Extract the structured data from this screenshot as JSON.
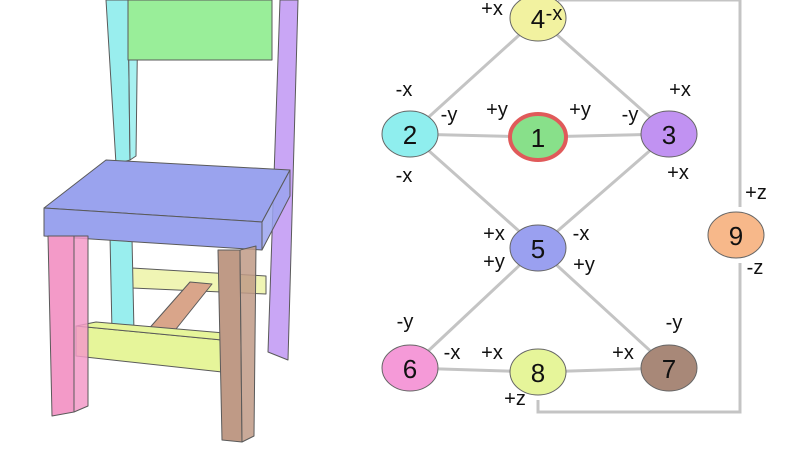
{
  "chair": {
    "parts": [
      {
        "id": "back-top-rail",
        "color": "#99ee99"
      },
      {
        "id": "left-back-post",
        "color": "#99eeee"
      },
      {
        "id": "right-back-post",
        "color": "#c9a6f5"
      },
      {
        "id": "seat",
        "color": "#9aa3ee"
      },
      {
        "id": "front-left-leg",
        "color": "#f39ac8"
      },
      {
        "id": "front-right-leg",
        "color": "#bf9a86"
      },
      {
        "id": "front-rail",
        "color": "#e6f59a"
      },
      {
        "id": "back-rail",
        "color": "#f0f5b4"
      },
      {
        "id": "middle-stretcher",
        "color": "#d9a58a"
      }
    ]
  },
  "graph": {
    "nodes": [
      {
        "id": "1",
        "label": "1",
        "color": "#88e08a",
        "highlight": true
      },
      {
        "id": "2",
        "label": "2",
        "color": "#8feeee"
      },
      {
        "id": "3",
        "label": "3",
        "color": "#c192f2"
      },
      {
        "id": "4",
        "label": "4",
        "color": "#f2f2a0"
      },
      {
        "id": "5",
        "label": "5",
        "color": "#9aa0f0"
      },
      {
        "id": "6",
        "label": "6",
        "color": "#f59ad8"
      },
      {
        "id": "7",
        "label": "7",
        "color": "#a88878"
      },
      {
        "id": "8",
        "label": "8",
        "color": "#e6f59a"
      },
      {
        "id": "9",
        "label": "9",
        "color": "#f7b88a"
      }
    ],
    "edges": [
      {
        "from": "2",
        "to": "1"
      },
      {
        "from": "1",
        "to": "3"
      },
      {
        "from": "2",
        "to": "4"
      },
      {
        "from": "4",
        "to": "3"
      },
      {
        "from": "2",
        "to": "5"
      },
      {
        "from": "5",
        "to": "3"
      },
      {
        "from": "5",
        "to": "6"
      },
      {
        "from": "5",
        "to": "7"
      },
      {
        "from": "6",
        "to": "8"
      },
      {
        "from": "8",
        "to": "7"
      },
      {
        "from": "4",
        "to": "9"
      },
      {
        "from": "8",
        "to": "9"
      }
    ],
    "edge_labels": [
      "+x",
      "-x",
      "-x",
      "-y",
      "+y",
      "+y",
      "-y",
      "+x",
      "-x",
      "+x",
      "+x",
      "-x",
      "+y",
      "+y",
      "-y",
      "-y",
      "-x",
      "+x",
      "+x",
      "+z",
      "+z",
      "-z"
    ]
  },
  "style": {
    "edge_color": "#c4c4c4",
    "highlight_stroke": "#e05a5a",
    "node_stroke": "#666666"
  }
}
